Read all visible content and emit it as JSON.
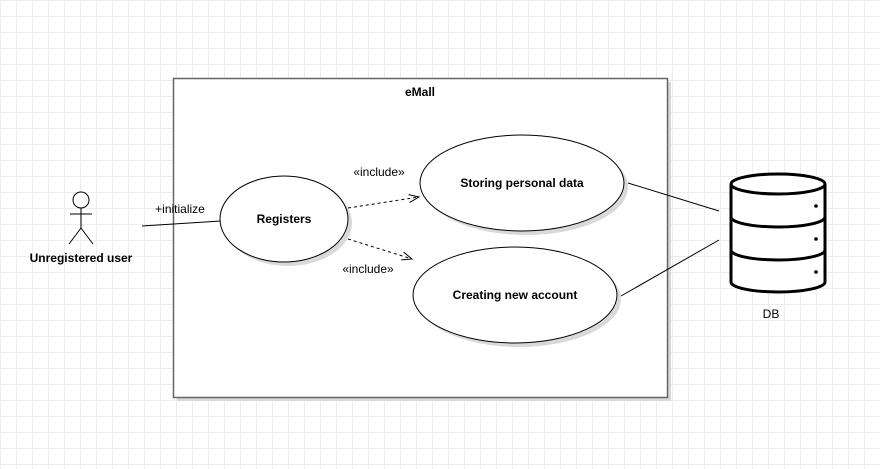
{
  "system": {
    "title": "eMall"
  },
  "actor": {
    "name": "Unregistered user",
    "association_label": "+initialize"
  },
  "use_cases": {
    "registers": "Registers",
    "storing": "Storing personal data",
    "creating": "Creating new account"
  },
  "relations": {
    "include_1": "«include»",
    "include_2": "«include»"
  },
  "database": {
    "name": "DB"
  },
  "colors": {
    "stroke": "#000000",
    "boundary": "#666666",
    "shadow": "#d9d9d9",
    "grid": "#ececec"
  }
}
